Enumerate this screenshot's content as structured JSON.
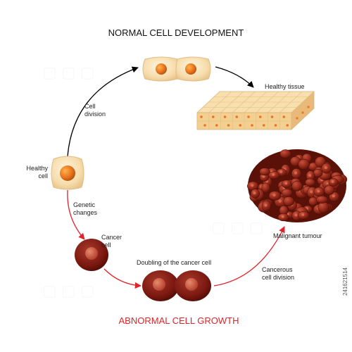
{
  "titles": {
    "normal": "NORMAL CELL DEVELOPMENT",
    "abnormal": "ABNORMAL CELL GROWTH"
  },
  "labels": {
    "cell_division": "Cell\ndivision",
    "healthy_tissue": "Healthy tissue",
    "healthy_cell": "Healthy\ncell",
    "genetic_changes": "Genetic\nchanges",
    "cancer_cell": "Cancer\ncell",
    "doubling": "Doubling of the cancer cell",
    "malignant_tumour": "Malignant tumour",
    "cancerous_division": "Cancerous\ncell division"
  },
  "stock_id": "241621514",
  "colors": {
    "normal_arrow": "#000000",
    "abnormal_arrow": "#e0242a",
    "abnormal_title": "#e0242a",
    "healthy_cytoplasm": "#f6dcab",
    "healthy_nucleus": "#e8761e",
    "cancer_cell": "#7a1810",
    "cancer_nucleus": "#c44f3c",
    "tumour": "#8c2416"
  }
}
